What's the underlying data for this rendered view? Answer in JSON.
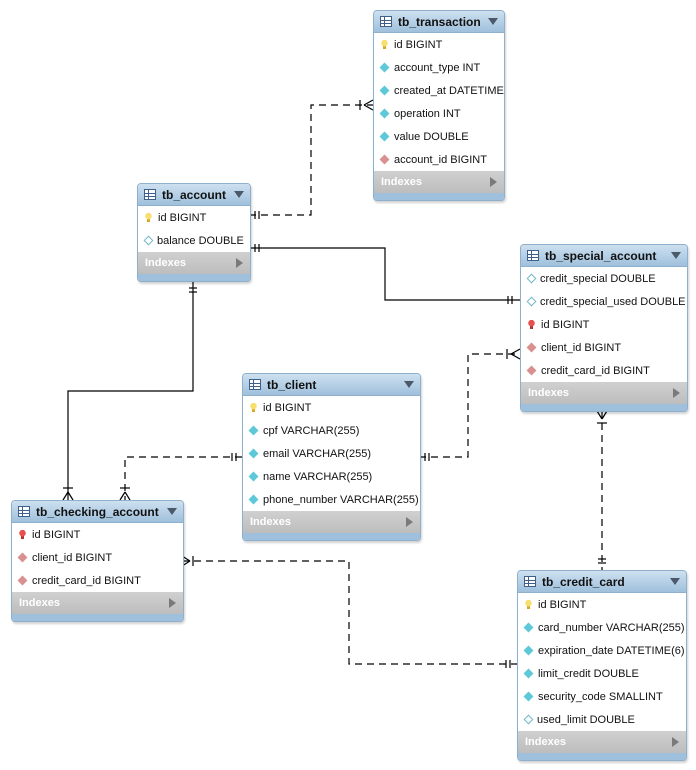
{
  "tables": {
    "tb_transaction": {
      "name": "tb_transaction",
      "columns": [
        {
          "text": "id BIGINT",
          "icon": "primary-key-icon"
        },
        {
          "text": "account_type INT",
          "icon": "not-null-column-icon"
        },
        {
          "text": "created_at DATETIME",
          "icon": "not-null-column-icon"
        },
        {
          "text": "operation INT",
          "icon": "not-null-column-icon"
        },
        {
          "text": "value DOUBLE",
          "icon": "not-null-column-icon"
        },
        {
          "text": "account_id BIGINT",
          "icon": "foreign-key-icon"
        }
      ],
      "indexes_label": "Indexes"
    },
    "tb_account": {
      "name": "tb_account",
      "columns": [
        {
          "text": "id BIGINT",
          "icon": "primary-key-icon"
        },
        {
          "text": "balance DOUBLE",
          "icon": "nullable-column-icon"
        }
      ],
      "indexes_label": "Indexes"
    },
    "tb_special_account": {
      "name": "tb_special_account",
      "columns": [
        {
          "text": "credit_special DOUBLE",
          "icon": "nullable-column-icon"
        },
        {
          "text": "credit_special_used DOUBLE",
          "icon": "nullable-column-icon"
        },
        {
          "text": "id BIGINT",
          "icon": "primary-foreign-key-icon"
        },
        {
          "text": "client_id BIGINT",
          "icon": "foreign-key-icon"
        },
        {
          "text": "credit_card_id BIGINT",
          "icon": "foreign-key-icon"
        }
      ],
      "indexes_label": "Indexes"
    },
    "tb_client": {
      "name": "tb_client",
      "columns": [
        {
          "text": "id BIGINT",
          "icon": "primary-key-icon"
        },
        {
          "text": "cpf VARCHAR(255)",
          "icon": "not-null-column-icon"
        },
        {
          "text": "email VARCHAR(255)",
          "icon": "not-null-column-icon"
        },
        {
          "text": "name VARCHAR(255)",
          "icon": "not-null-column-icon"
        },
        {
          "text": "phone_number VARCHAR(255)",
          "icon": "not-null-column-icon"
        }
      ],
      "indexes_label": "Indexes"
    },
    "tb_checking_account": {
      "name": "tb_checking_account",
      "columns": [
        {
          "text": "id BIGINT",
          "icon": "primary-foreign-key-icon"
        },
        {
          "text": "client_id BIGINT",
          "icon": "foreign-key-icon"
        },
        {
          "text": "credit_card_id BIGINT",
          "icon": "foreign-key-icon"
        }
      ],
      "indexes_label": "Indexes"
    },
    "tb_credit_card": {
      "name": "tb_credit_card",
      "columns": [
        {
          "text": "id BIGINT",
          "icon": "primary-key-icon"
        },
        {
          "text": "card_number VARCHAR(255)",
          "icon": "not-null-column-icon"
        },
        {
          "text": "expiration_date DATETIME(6)",
          "icon": "not-null-column-icon"
        },
        {
          "text": "limit_credit DOUBLE",
          "icon": "not-null-column-icon"
        },
        {
          "text": "security_code SMALLINT",
          "icon": "not-null-column-icon"
        },
        {
          "text": "used_limit DOUBLE",
          "icon": "nullable-column-icon"
        }
      ],
      "indexes_label": "Indexes"
    }
  },
  "colors": {
    "header": "#9fc0dc",
    "border": "#8fb0cc",
    "indexes_bar": "#c4c4c4",
    "connector": "#000000"
  }
}
